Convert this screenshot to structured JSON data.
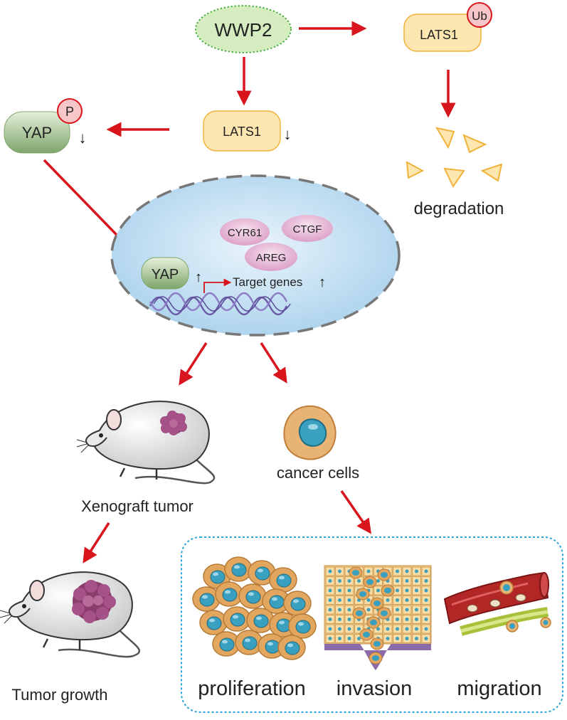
{
  "nodes": {
    "wwp2": "WWP2",
    "lats1_ub": "LATS1",
    "ub_badge": "Ub",
    "lats1_mid": "LATS1",
    "yap_top": "YAP",
    "p_badge": "P",
    "degradation": "degradation",
    "yap_nucleus": "YAP",
    "cyr61": "CYR61",
    "ctgf": "CTGF",
    "areg": "AREG",
    "target_genes": "Target genes",
    "xenograft": "Xenograft tumor",
    "cancer_cells": "cancer cells",
    "tumor_growth": "Tumor growth",
    "proliferation": "proliferation",
    "invasion": "invasion",
    "migration": "migration"
  },
  "symbols": {
    "up": "↑",
    "down": "↓"
  },
  "colors": {
    "arrow": "#d8141c",
    "wwp2_fill": "#c9e6b4",
    "wwp2_stroke": "#3aa832",
    "lats1_fill": "#fde6b0",
    "lats1_stroke": "#f0b23a",
    "yap_fill": "#8fb07d",
    "badge_fill": "#f7c6c8",
    "badge_stroke": "#d8141c",
    "nucleus_fill": "#b6d9f0",
    "gene_fill": "#eab9d8",
    "triangle_fill": "#fde6b0",
    "box_stroke": "#2aa3d9",
    "cell_fill": "#3aa0c0",
    "cell_outer": "#e2a65e"
  }
}
